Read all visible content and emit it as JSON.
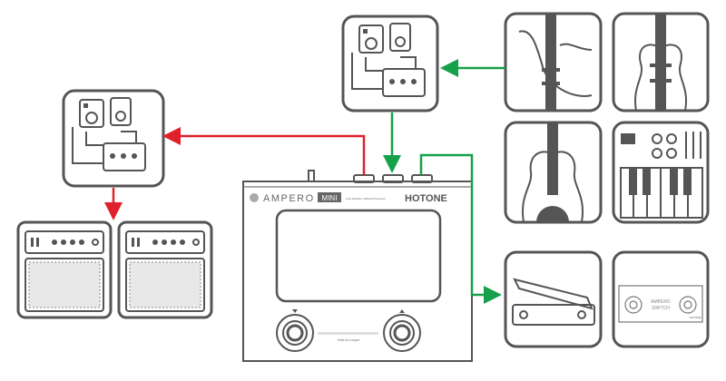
{
  "device": {
    "logo": "AMPERO",
    "model": "MINI",
    "subtitle": "Amp Modeler / Effects Processor",
    "brand": "HOTONE",
    "footswitch_label": "Hold for Looper"
  },
  "switch_accessory": {
    "label_line1": "AMPERO",
    "label_line2": "SWITCH",
    "brand": "HOTONE"
  },
  "colors": {
    "output_arrow": "#e0202a",
    "input_arrow": "#16a04a",
    "outline": "#555555"
  }
}
